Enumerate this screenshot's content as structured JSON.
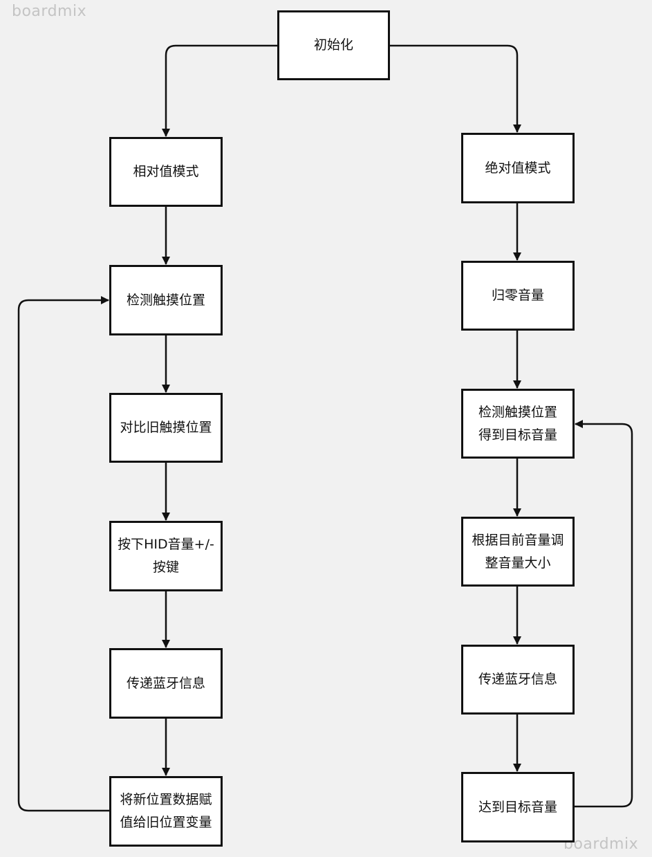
{
  "watermark": "boardmix",
  "nodes": {
    "init": "初始化",
    "relative_mode": "相对值模式",
    "left_detect": "检测触摸位置",
    "compare_old": "对比旧触摸位置",
    "press_hid": "按下HID音量+/-\n按键",
    "left_bluetooth": "传递蓝牙信息",
    "assign_new": "将新位置数据赋\n值给旧位置变量",
    "absolute_mode": "绝对值模式",
    "zero_volume": "归零音量",
    "right_detect": "检测触摸位置\n得到目标音量",
    "adjust_volume": "根据目前音量调\n整音量大小",
    "right_bluetooth": "传递蓝牙信息",
    "reach_target": "达到目标音量"
  },
  "colors": {
    "background": "#f1f1f1",
    "box_fill": "#ffffff",
    "stroke": "#111111",
    "watermark": "#c4c4c4"
  }
}
